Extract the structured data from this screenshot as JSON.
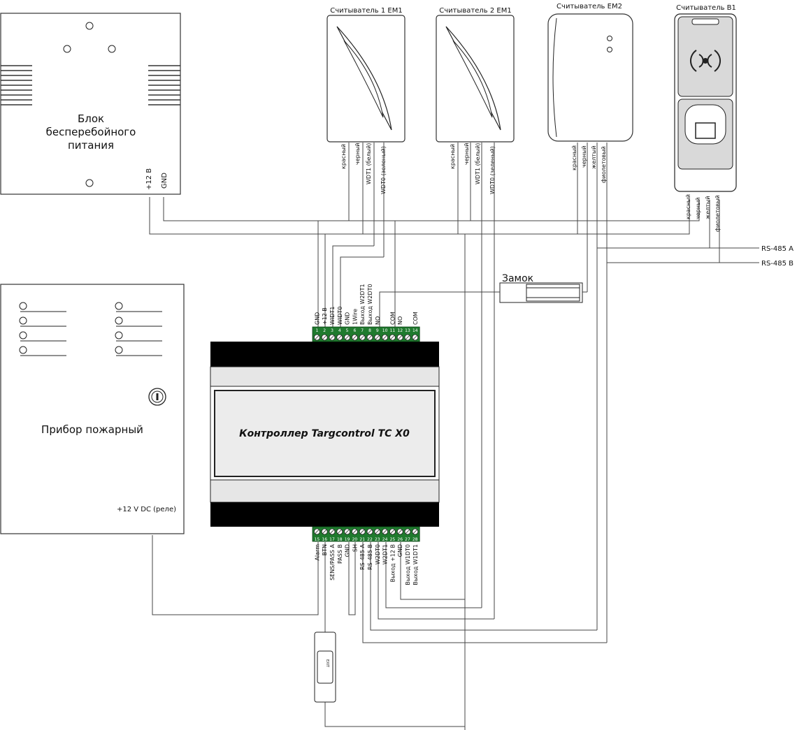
{
  "ups": {
    "title_line1": "Блок",
    "title_line2": "бесперебойного",
    "title_line3": "питания",
    "pin_plus": "+12 В",
    "pin_gnd": "GND"
  },
  "fire_panel": {
    "title": "Прибор пожарный",
    "relay_label": "+12 V DC (реле)"
  },
  "readers": [
    {
      "title": "Считыватель 1 EM1",
      "wires": [
        "красный",
        "черный",
        "WDT1 (белый)",
        "WDT0 (зеленый)"
      ]
    },
    {
      "title": "Считыватель 2 EM1",
      "wires": [
        "красный",
        "черный",
        "WDT1 (белый)",
        "WDT0 (зеленый)"
      ]
    },
    {
      "title": "Считыватель EM2",
      "wires": [
        "красный",
        "черный",
        "желтый",
        "фиолетовый"
      ]
    },
    {
      "title": "Считыватель B1",
      "wires": [
        "красный",
        "черный",
        "желтый",
        "фиолетовый"
      ]
    }
  ],
  "lock": {
    "label": "Замок"
  },
  "bus": {
    "rs485_a": "RS-485 A",
    "rs485_b": "RS-485 B"
  },
  "controller": {
    "title": "Контроллер Targcontrol TC X0",
    "top_terminal_labels": [
      "GND",
      "+12 В",
      "WIDT1",
      "WIDT0",
      "GND",
      "1Wire",
      "Выход W2DT1",
      "Выход W2DT0",
      "NO",
      "",
      "COM",
      "NO",
      "",
      "COM"
    ],
    "top_terminal_numbers": [
      "1",
      "2",
      "3",
      "4",
      "5",
      "6",
      "7",
      "8",
      "9",
      "10",
      "11",
      "12",
      "13",
      "14"
    ],
    "bottom_terminal_labels": [
      "Alarm",
      "BTN",
      "SENS/PASS A",
      "PASS B",
      "GND",
      "SH",
      "RS-485 A",
      "RS-485 B",
      "W2DT0",
      "W2DT1",
      "Выход +12 В",
      "GND",
      "Выход W1DT0",
      "Выход W1DT1"
    ],
    "bottom_terminal_numbers": [
      "15",
      "16",
      "17",
      "18",
      "19",
      "20",
      "21",
      "22",
      "23",
      "24",
      "25",
      "26",
      "27",
      "28"
    ]
  },
  "button": {
    "caption": "EXIT"
  }
}
